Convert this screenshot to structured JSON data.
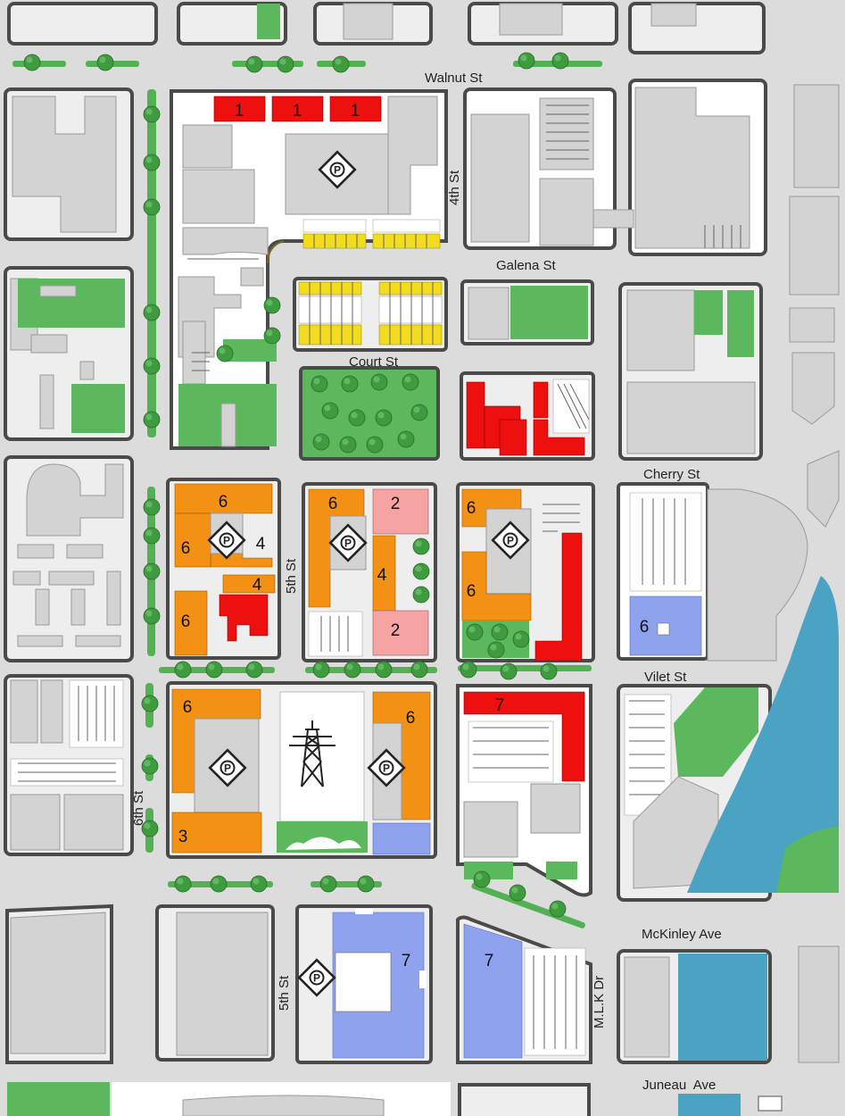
{
  "streets": {
    "walnut": "Walnut St",
    "fourth": "4th St",
    "galena": "Galena St",
    "court": "Court St",
    "cherry": "Cherry St",
    "fifth_north": "5th St",
    "vilet": "Vilet St",
    "sixth": "6th St",
    "mckinley": "McKinley Ave",
    "fifth_south": "5th St",
    "mlk": "M.L.K Dr",
    "juneau": "Juneau  Ave"
  },
  "parcel_labels": {
    "p1a": "1",
    "p1b": "1",
    "p1c": "1",
    "b6a": "6",
    "b6b": "6",
    "b4a": "4",
    "b4b": "4",
    "b6c": "6",
    "c6a": "6",
    "c2a": "2",
    "c4": "4",
    "c2b": "2",
    "d6a": "6",
    "d6b": "6",
    "e6": "6",
    "f6a": "6",
    "f3": "3",
    "f6b": "6",
    "g7": "7",
    "h7a": "7",
    "h7b": "7"
  },
  "icons": {
    "parking": "parking-icon",
    "power": "power-tower-icon",
    "tree": "tree-icon"
  },
  "colors": {
    "red": "#ee0f0f",
    "orange": "#f29114",
    "pink": "#f5a3a3",
    "blue": "#8ea2ee",
    "yellow": "#f2dc1d",
    "green": "#5cb85c",
    "water": "#4aa3c2"
  }
}
